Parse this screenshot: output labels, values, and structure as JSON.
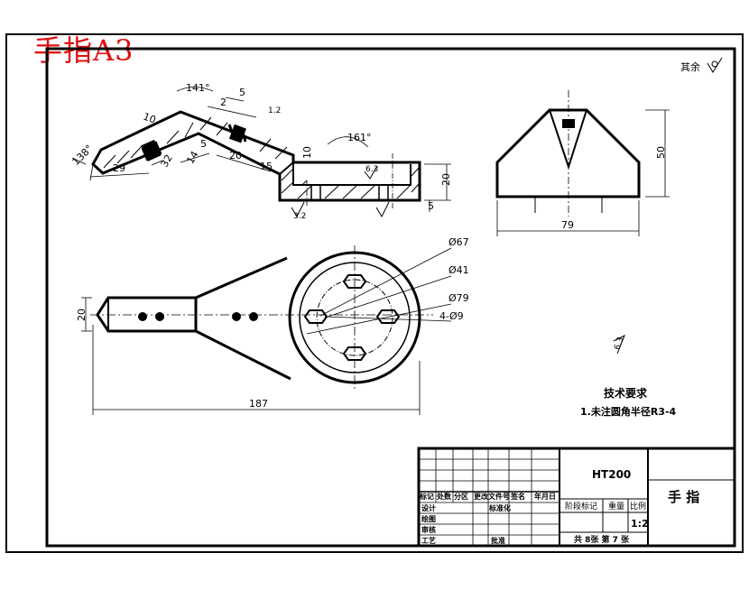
{
  "sheet": {
    "title": "手指A3",
    "surface_note": "其余",
    "material": "HT200",
    "part_name": "手  指",
    "scale": "1:2",
    "sheets_info": "共 8张  第 7 张"
  },
  "tech_requirements": {
    "heading": "技术要求",
    "item1": "1.未注圆角半径R3-4"
  },
  "dimensions": {
    "front": {
      "angle_141": "141°",
      "angle_161": "161°",
      "angle_138": "138°",
      "d2": "2",
      "d5": "5",
      "d10": "10",
      "d32_left": "32",
      "d29": "29",
      "d14": "14",
      "d5_b": "5",
      "d20": "20",
      "d15": "15",
      "d10_b": "10",
      "d20_right": "20",
      "d5_right": "5",
      "r_6_3": "6.3",
      "r_3_2": "3.2",
      "r_1_2": "1.2"
    },
    "side": {
      "height": "50",
      "width": "79"
    },
    "top": {
      "d67": "Ø67",
      "d41": "Ø41",
      "d79": "Ø79",
      "holes": "4-Ø9",
      "w20": "20",
      "len187": "187"
    },
    "rough_6_3": "6.3"
  },
  "title_block": {
    "row_headers": [
      "标记",
      "处数",
      "分区",
      "更改文件号",
      "签名",
      "年月日"
    ],
    "left_labels": [
      "设计",
      "绘图",
      "审核",
      "工艺"
    ],
    "mid_labels": [
      "标准化",
      "批准"
    ],
    "stage_mark": "阶段标记",
    "weight": "重量",
    "ratio": "比例"
  }
}
